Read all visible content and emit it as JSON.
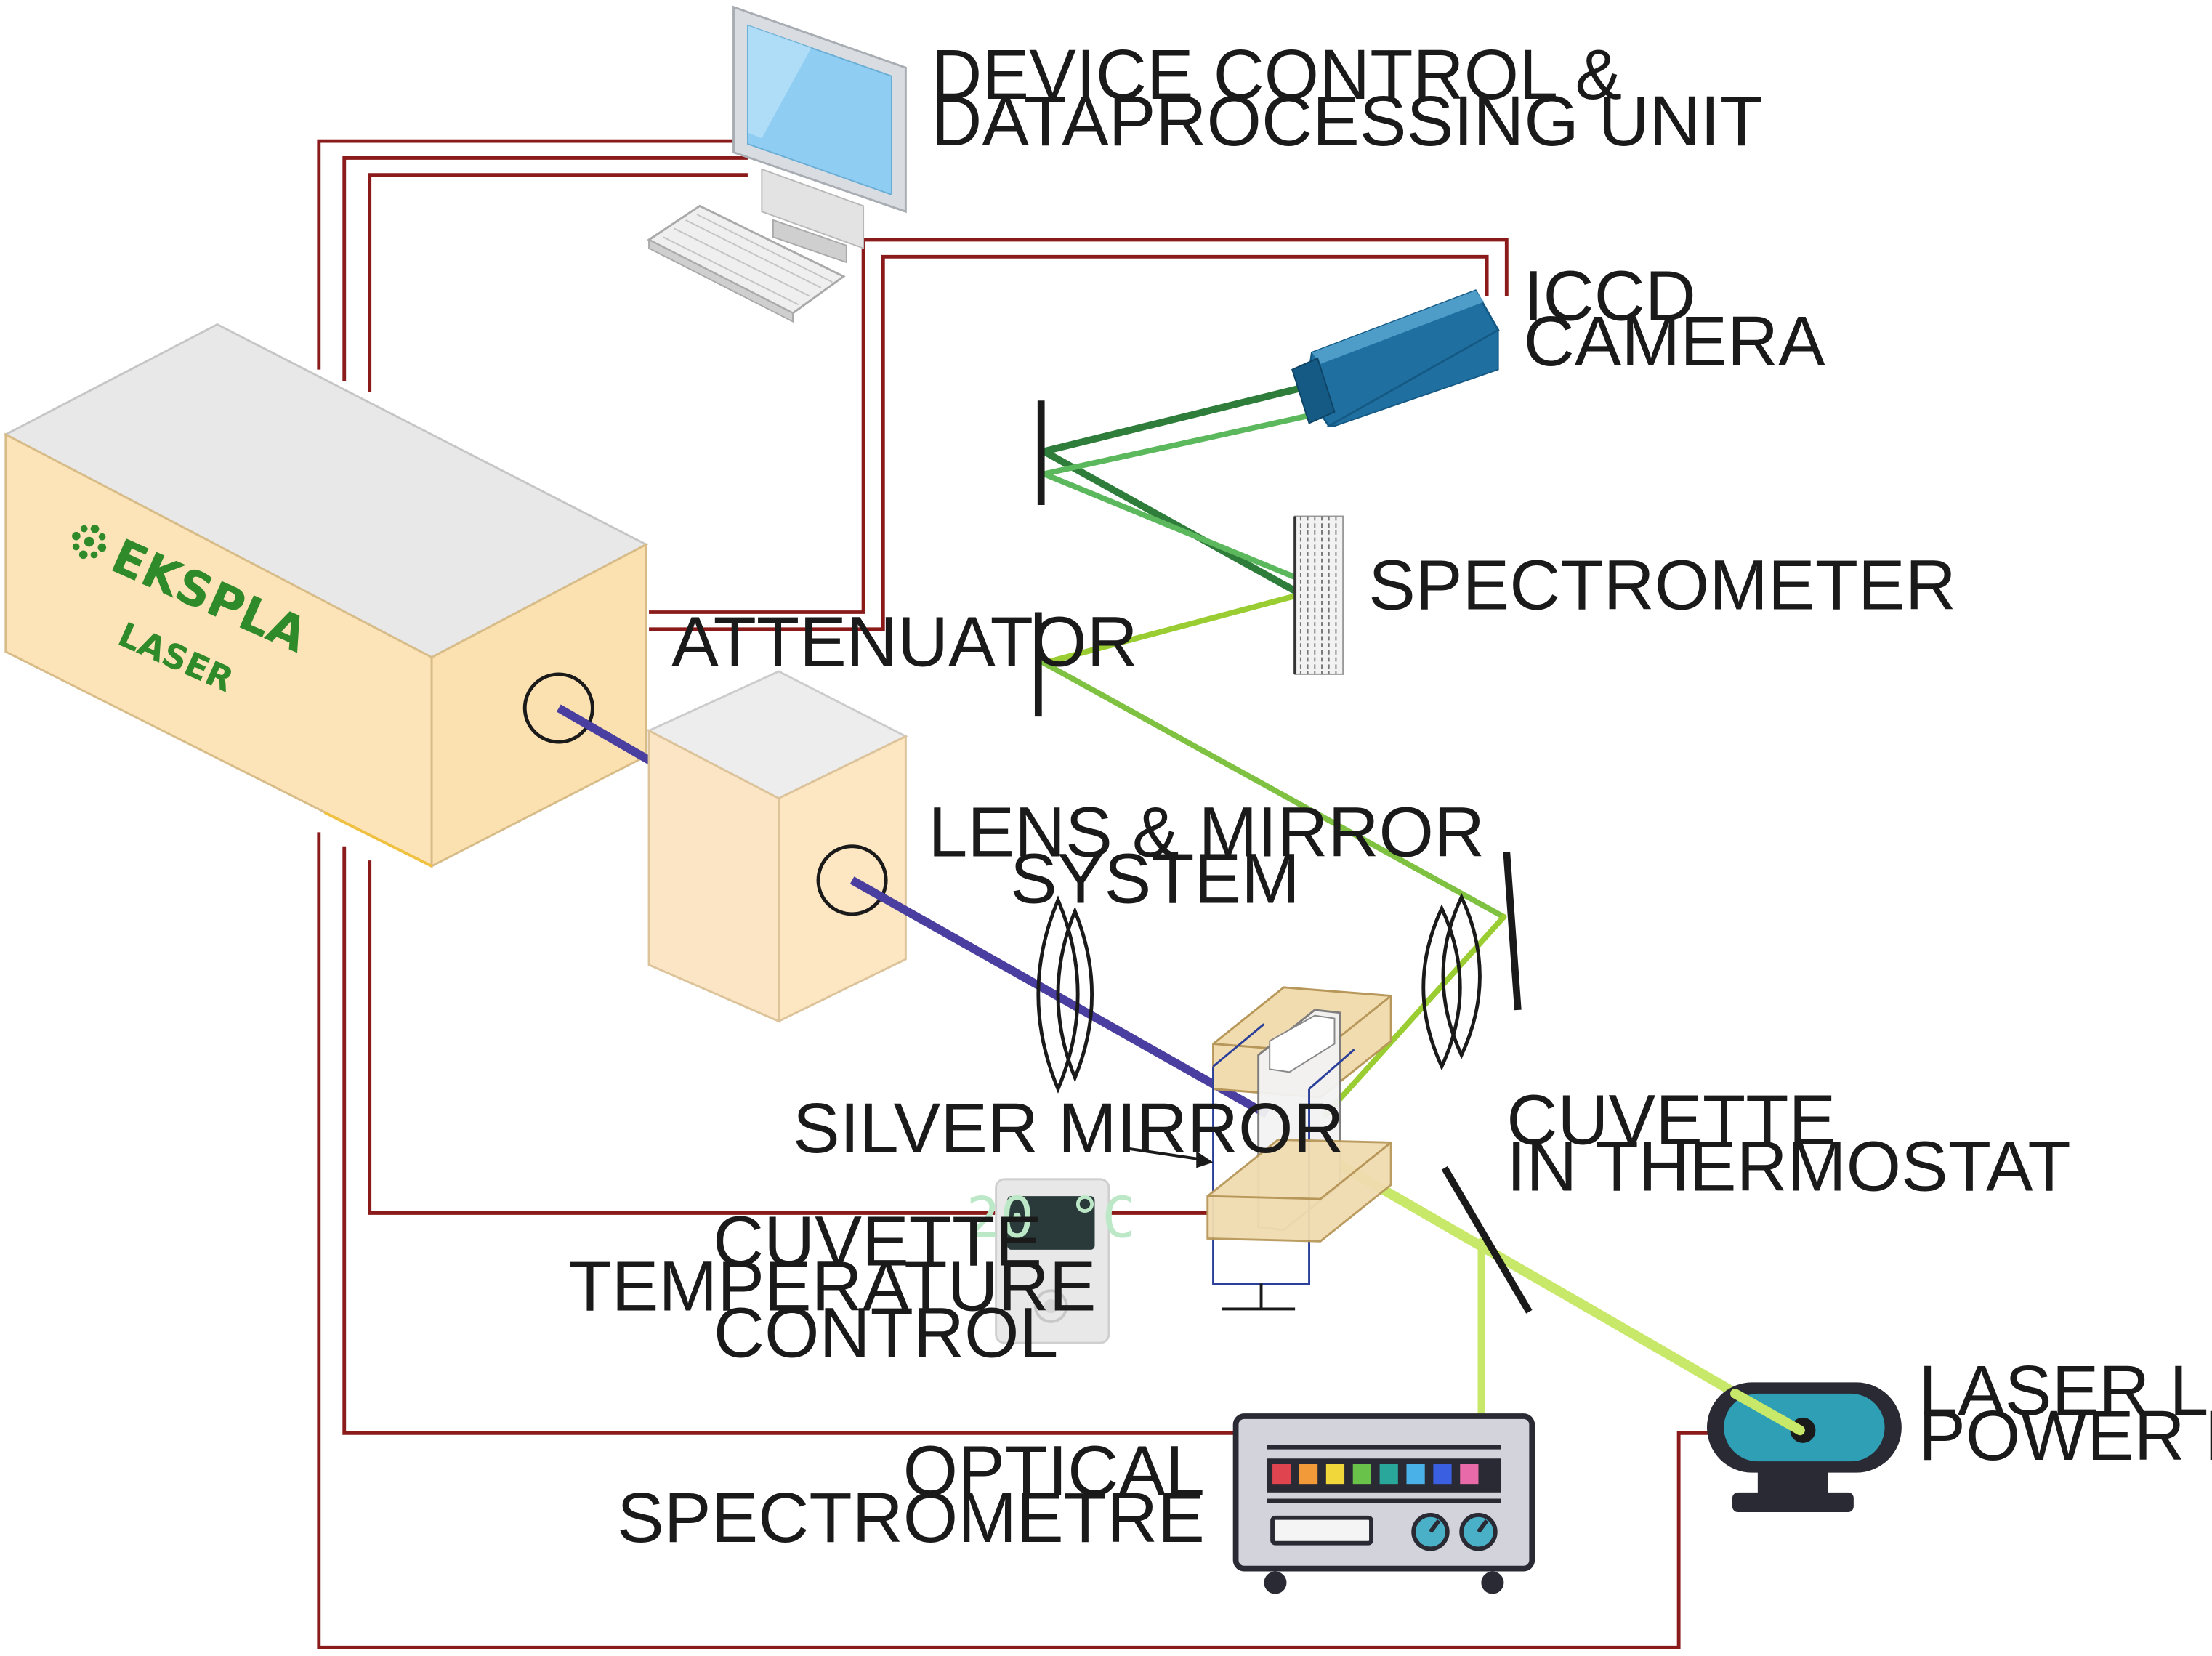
{
  "labels": {
    "device_control": [
      "DEVICE CONTROL &",
      "DATAPROCESSING UNIT"
    ],
    "iccd_camera": [
      "ICCD",
      "CAMERA"
    ],
    "spectrometer": [
      "SPECTROMETER"
    ],
    "attenuator": [
      "ATTENUATOR"
    ],
    "lens_mirror": [
      "LENS & MIRROR",
      "SYSTEM"
    ],
    "silver_mirror": [
      "SILVER MIRROR"
    ],
    "cuvette_thermostat": [
      "CUVETTE",
      "IN THERMOSTAT"
    ],
    "cuvette_temp_control": [
      "CUVETTE",
      "TEMPERATURE",
      "CONTROL"
    ],
    "optical_spectrometre": [
      "OPTICAL",
      "SPECTROMETRE"
    ],
    "power_metre": [
      "LASER LIGHT",
      "POWER METRE"
    ]
  },
  "laser": {
    "brand": "EKSPLA",
    "label": "LASER"
  },
  "thermostat_display": "20 °C",
  "colors": {
    "cable": "#8b1a1a",
    "pump_beam": "#4a3fa0",
    "beam_dark_green": "#2e7d3a",
    "beam_mid_green": "#5cb85c",
    "beam_light_green": "#9acd32",
    "beam_yellow_green": "#c8e86a",
    "laser_body": "#fde3b8",
    "camera_blue": "#1f6fa0"
  },
  "icons": [
    "computer-monitor-icon",
    "keyboard-icon",
    "iccd-camera-icon",
    "laser-box-icon",
    "attenuator-box-icon",
    "lens-icon",
    "mirror-icon",
    "diffraction-grating-icon",
    "cuvette-thermostat-icon",
    "temperature-controller-icon",
    "optical-spectrometre-icon",
    "power-metre-icon"
  ]
}
